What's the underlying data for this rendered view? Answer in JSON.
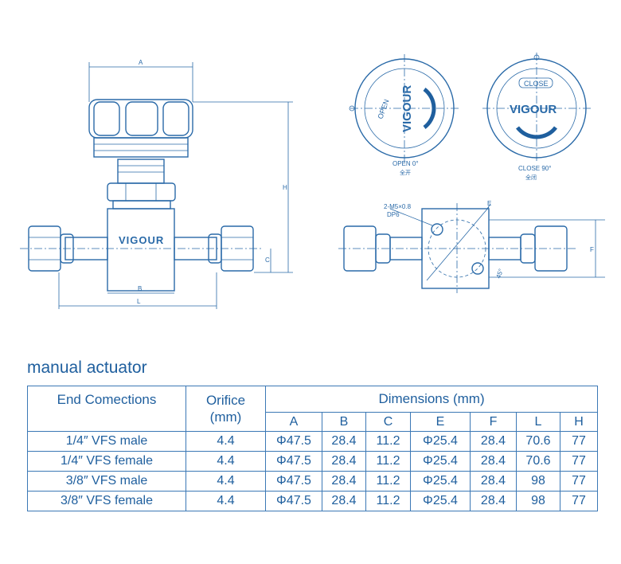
{
  "drawing": {
    "side_view": {
      "brand": "VIGOUR",
      "dims": [
        "A",
        "H",
        "B",
        "L",
        "C"
      ]
    },
    "top_view_open": {
      "brand": "VIGOUR",
      "ring_label": "OPEN",
      "caption": "OPEN 0°",
      "caption_cn": "全开"
    },
    "top_view_close": {
      "brand": "VIGOUR",
      "ring_label": "CLOSE",
      "caption": "CLOSE 90°",
      "caption_cn": "全闭"
    },
    "bottom_view": {
      "thread_note": "2-M5×0.8",
      "depth_note": "DP6",
      "angle": "45°",
      "dims": [
        "E",
        "F"
      ]
    }
  },
  "title": "manual actuator",
  "table": {
    "col_end": "End Comections",
    "col_orifice": "Orifice\n(mm)",
    "col_dims": "Dimensions (mm)",
    "sub_headers": [
      "A",
      "B",
      "C",
      "E",
      "F",
      "L",
      "H"
    ],
    "rows": [
      [
        "1/4″  VFS male",
        "4.4",
        "Φ47.5",
        "28.4",
        "11.2",
        "Φ25.4",
        "28.4",
        "70.6",
        "77"
      ],
      [
        "1/4″  VFS female",
        "4.4",
        "Φ47.5",
        "28.4",
        "11.2",
        "Φ25.4",
        "28.4",
        "70.6",
        "77"
      ],
      [
        "3/8″  VFS male",
        "4.4",
        "Φ47.5",
        "28.4",
        "11.2",
        "Φ25.4",
        "28.4",
        "98",
        "77"
      ],
      [
        "3/8″  VFS female",
        "4.4",
        "Φ47.5",
        "28.4",
        "11.2",
        "Φ25.4",
        "28.4",
        "98",
        "77"
      ]
    ]
  }
}
